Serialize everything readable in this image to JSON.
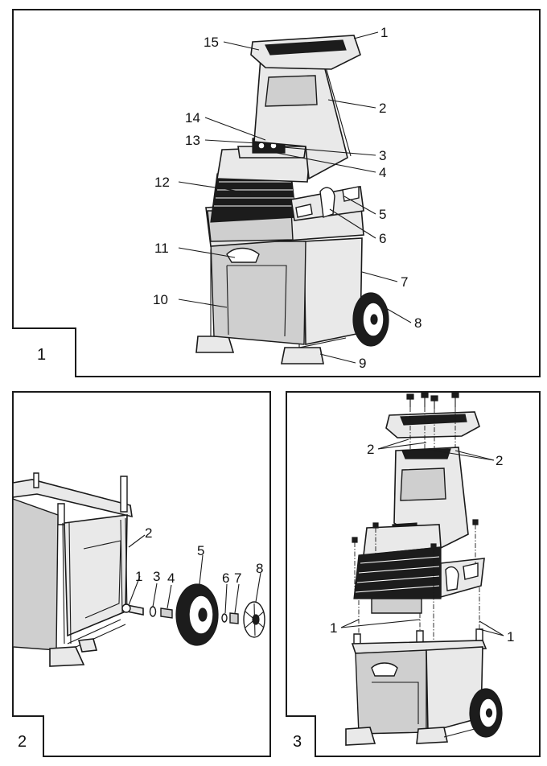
{
  "figures": [
    {
      "number": "1",
      "callouts": [
        "1",
        "2",
        "3",
        "4",
        "5",
        "6",
        "7",
        "8",
        "9",
        "10",
        "11",
        "12",
        "13",
        "14",
        "15"
      ]
    },
    {
      "number": "2",
      "callouts": [
        "1",
        "2",
        "3",
        "4",
        "5",
        "6",
        "7",
        "8"
      ]
    },
    {
      "number": "3",
      "callouts": [
        "1",
        "1",
        "2",
        "2"
      ]
    }
  ]
}
